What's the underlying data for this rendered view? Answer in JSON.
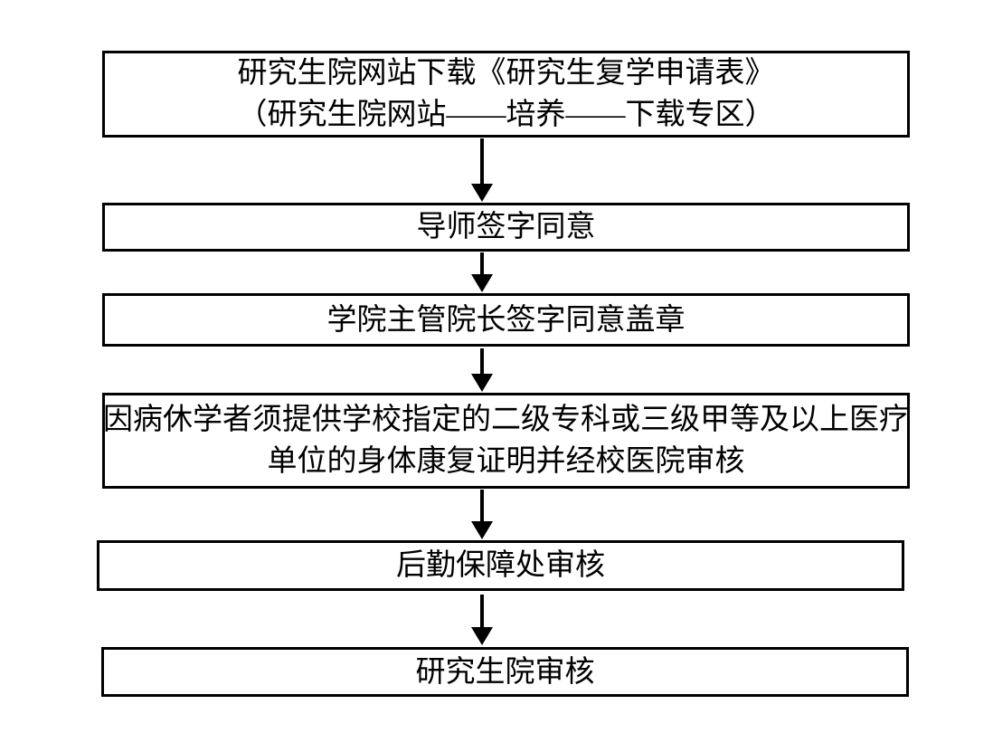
{
  "flowchart": {
    "type": "flowchart",
    "direction": "top-to-bottom",
    "colors": {
      "background": "#ffffff",
      "box_fill": "#ffffff",
      "box_border": "#000000",
      "text": "#000000",
      "arrow": "#000000"
    },
    "steps": [
      {
        "lines": [
          "研究生院网站下载《研究生复学申请表》",
          "（研究生院网站——培养——下载专区）"
        ]
      },
      {
        "lines": [
          "导师签字同意"
        ]
      },
      {
        "lines": [
          "学院主管院长签字同意盖章"
        ]
      },
      {
        "lines": [
          "因病休学者须提供学校指定的二级专科或三级甲等及以上医疗",
          "单位的身体康复证明并经校医院审核"
        ]
      },
      {
        "lines": [
          "后勤保障处审核"
        ]
      },
      {
        "lines": [
          "研究生院审核"
        ]
      }
    ],
    "connections": [
      {
        "from_step": 1,
        "to_step": 2
      },
      {
        "from_step": 2,
        "to_step": 3
      },
      {
        "from_step": 3,
        "to_step": 4
      },
      {
        "from_step": 4,
        "to_step": 5
      },
      {
        "from_step": 5,
        "to_step": 6
      }
    ]
  }
}
